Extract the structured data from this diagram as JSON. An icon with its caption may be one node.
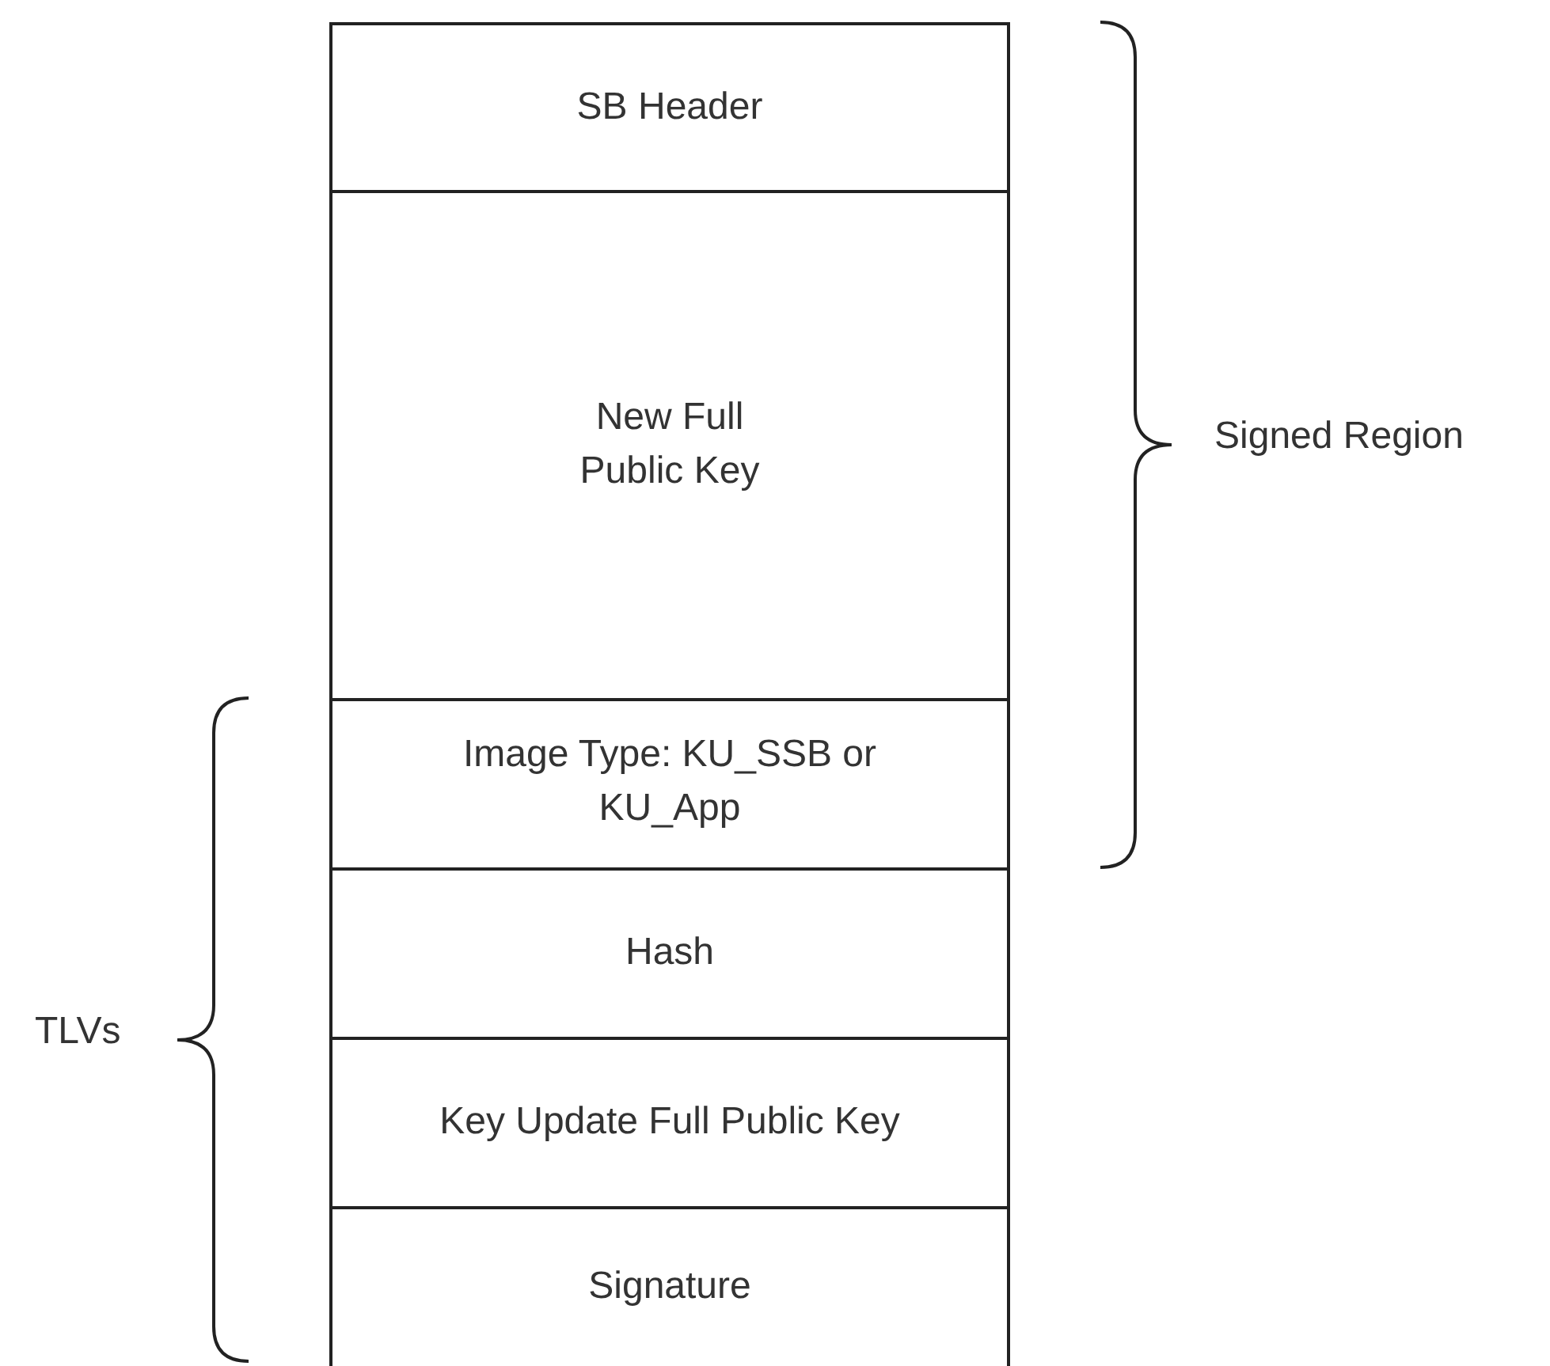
{
  "diagram": {
    "nodes": [
      {
        "text": [
          "SB Header"
        ]
      },
      {
        "text": [
          "New Full Public Key"
        ]
      },
      {
        "text": [
          "Image Type: KU_SSB or KU_App"
        ]
      },
      {
        "text": [
          "Hash"
        ]
      },
      {
        "text": [
          "Key Update Full Public Key"
        ]
      },
      {
        "text": [
          "Signature"
        ]
      }
    ],
    "edges": [],
    "labels": [
      "Signed Region",
      "TLVs"
    ]
  }
}
